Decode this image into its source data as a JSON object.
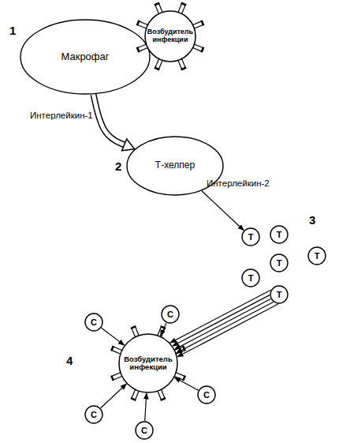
{
  "diagram": {
    "nodes": [
      {
        "text": [
          "Макрофаг"
        ]
      },
      {
        "text": [
          "Возбудитель инфекции"
        ]
      },
      {
        "text": [
          "Т-хелпер"
        ]
      },
      {
        "text": [
          "Т"
        ]
      },
      {
        "text": [
          "Т"
        ]
      },
      {
        "text": [
          "Т"
        ]
      },
      {
        "text": [
          "Т"
        ]
      },
      {
        "text": [
          "Т"
        ]
      },
      {
        "text": [
          "Т"
        ]
      },
      {
        "text": [
          "Возбудитель инфекции"
        ]
      },
      {
        "text": [
          "С"
        ]
      },
      {
        "text": [
          "С"
        ]
      },
      {
        "text": [
          "С"
        ]
      },
      {
        "text": [
          "С"
        ]
      },
      {
        "text": [
          "С"
        ]
      }
    ],
    "edges": [
      {
        "from": 0,
        "to": 2,
        "arrow": "to",
        "label": "Интерлейкин-1"
      },
      {
        "from": 2,
        "to": 3,
        "arrow": "to",
        "label": "Интерлейкин-2"
      },
      {
        "from": 8,
        "to": 9,
        "arrow": "to"
      },
      {
        "from": 8,
        "to": 9,
        "arrow": "to"
      },
      {
        "from": 8,
        "to": 9,
        "arrow": "to"
      },
      {
        "from": 8,
        "to": 9,
        "arrow": "to"
      },
      {
        "from": 8,
        "to": 9,
        "arrow": "to"
      },
      {
        "from": 10,
        "to": 9,
        "arrow": "to"
      },
      {
        "from": 11,
        "to": 9,
        "arrow": "to"
      },
      {
        "from": 12,
        "to": 9,
        "arrow": "to"
      },
      {
        "from": 13,
        "to": 9,
        "arrow": "to"
      },
      {
        "from": 14,
        "to": 9,
        "arrow": "to"
      }
    ],
    "labels": [
      "1",
      "2",
      "3",
      "4"
    ]
  }
}
